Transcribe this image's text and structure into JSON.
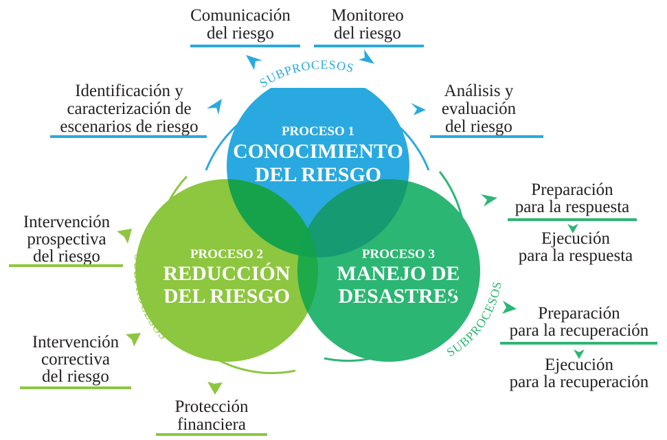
{
  "colors": {
    "blue": "#29a9e0",
    "light_green": "#8dc63f",
    "green": "#2cb673",
    "overlap_blue_lightgreen": "#15a24a",
    "overlap_blue_green": "#169a72",
    "overlap_green_lightgreen": "#1faa4a",
    "overlap_center": "#12a24e",
    "text": "#231f20"
  },
  "processes": [
    {
      "title": "PROCESO 1",
      "name_line1": "CONOCIMIENTO",
      "name_line2": "DEL RIESGO"
    },
    {
      "title": "PROCESO 2",
      "name_line1": "REDUCCIÓN",
      "name_line2": "DEL RIESGO"
    },
    {
      "title": "PROCESO 3",
      "name_line1": "MANEJO DE",
      "name_line2": "DESASTRES"
    }
  ],
  "subprocesos_label": "SUBPROCESOS",
  "knowledge_subprocesses": [
    {
      "lines": [
        "Comunicación",
        "del riesgo"
      ]
    },
    {
      "lines": [
        "Monitoreo",
        "del riesgo"
      ]
    },
    {
      "lines": [
        "Identificación y",
        "caracterización de",
        "escenarios de riesgo"
      ]
    },
    {
      "lines": [
        "Análisis y",
        "evaluación",
        "del riesgo"
      ]
    }
  ],
  "reduction_subprocesses": [
    {
      "lines": [
        "Intervención",
        "prospectiva",
        "del riesgo"
      ]
    },
    {
      "lines": [
        "Intervención",
        "correctiva",
        "del riesgo"
      ]
    },
    {
      "lines": [
        "Protección",
        "financiera"
      ]
    }
  ],
  "disaster_subprocesses": [
    {
      "lines": [
        "Preparación",
        "para la respuesta"
      ]
    },
    {
      "lines": [
        "Ejecución",
        "para la respuesta"
      ]
    },
    {
      "lines": [
        "Preparación",
        "para la recuperación"
      ]
    },
    {
      "lines": [
        "Ejecución",
        "para la recuperación"
      ]
    }
  ]
}
